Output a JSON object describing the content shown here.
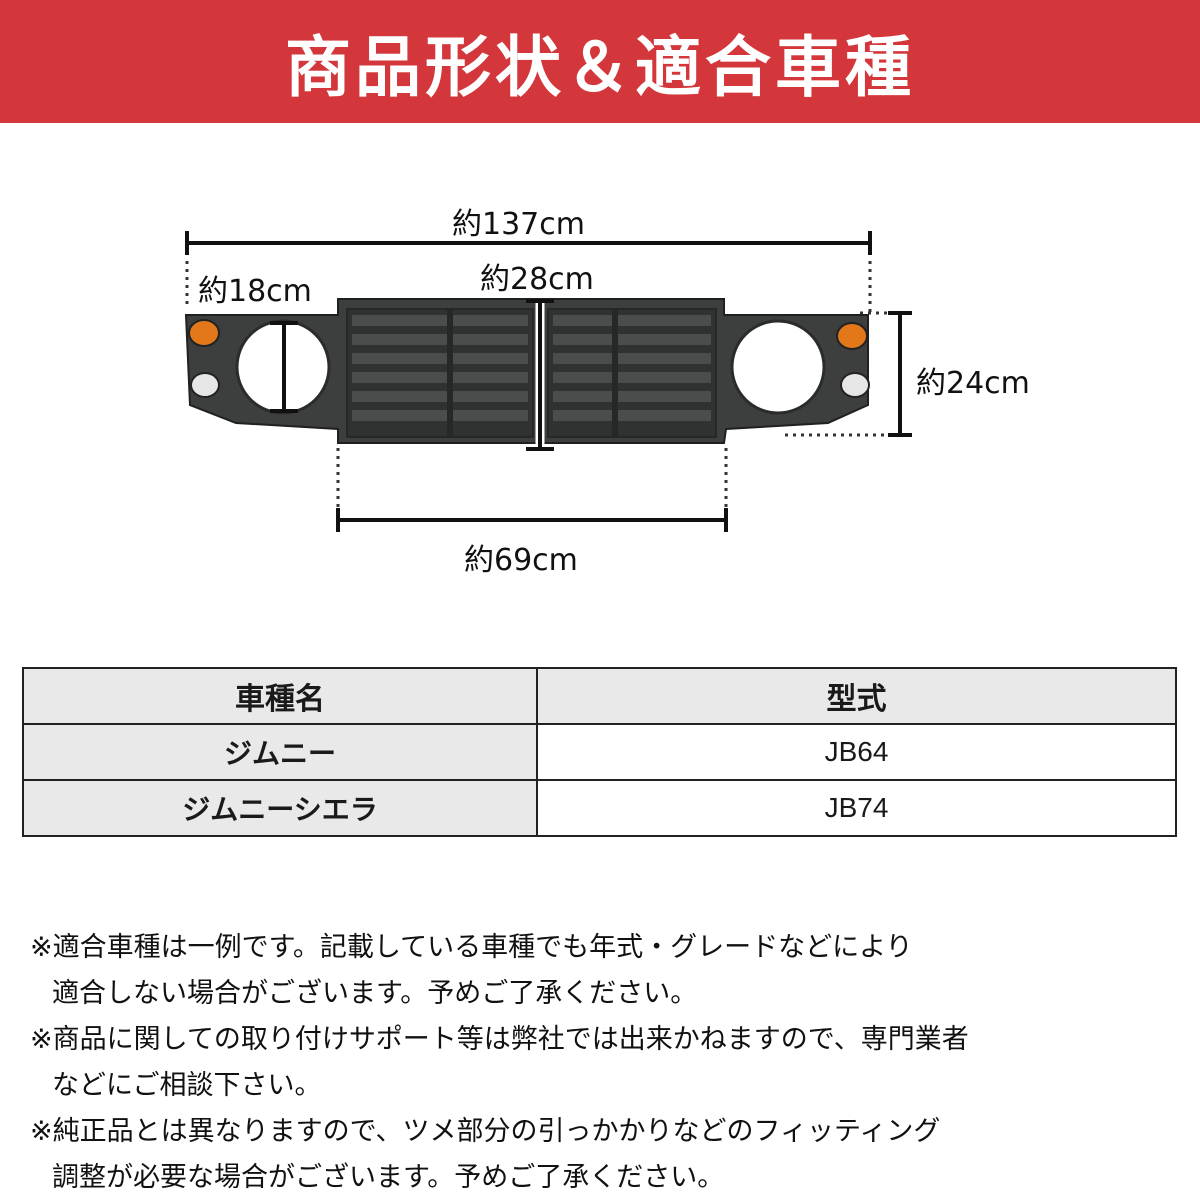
{
  "header": {
    "title": "商品形状＆適合車種",
    "color": "#d3373b"
  },
  "diagram": {
    "total_width": "約137cm",
    "light_diameter": "約18cm",
    "grille_height": "約28cm",
    "overall_height": "約24cm",
    "grille_width": "約69cm"
  },
  "table": {
    "headers": [
      "車種名",
      "型式"
    ],
    "rows": [
      {
        "name": "ジムニー",
        "code": "JB64"
      },
      {
        "name": "ジムニーシエラ",
        "code": "JB74"
      }
    ]
  },
  "notes": [
    {
      "line1": "※適合車種は一例です。記載している車種でも年式・グレードなどにより",
      "line2": "適合しない場合がございます。予めご了承ください。"
    },
    {
      "line1": "※商品に関しての取り付けサポート等は弊社では出来かねますので、専門業者",
      "line2": "などにご相談下さい。"
    },
    {
      "line1": "※純正品とは異なりますので、ツメ部分の引っかかりなどのフィッティング",
      "line2": "調整が必要な場合がございます。予めご了承ください。"
    }
  ]
}
